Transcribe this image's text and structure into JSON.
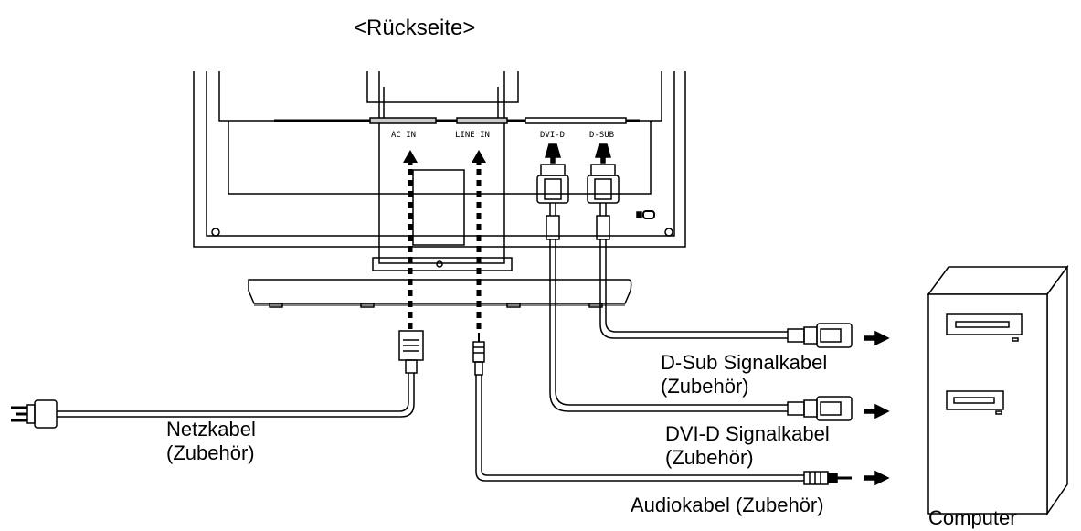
{
  "view_title": "<Rückseite>",
  "ports": {
    "ac_in": "AC IN",
    "line_in": "LINE IN",
    "dvi_d": "DVI-D",
    "d_sub": "D-SUB"
  },
  "cables": {
    "power": {
      "name": "Netzkabel",
      "note": "(Zubehör)"
    },
    "d_sub": {
      "name": "D-Sub Signalkabel",
      "note": "(Zubehör)"
    },
    "dvi_d": {
      "name": "DVI-D Signalkabel",
      "note": "(Zubehör)"
    },
    "audio": {
      "name": "Audiokabel (Zubehör)"
    }
  },
  "computer_label": "Computer"
}
